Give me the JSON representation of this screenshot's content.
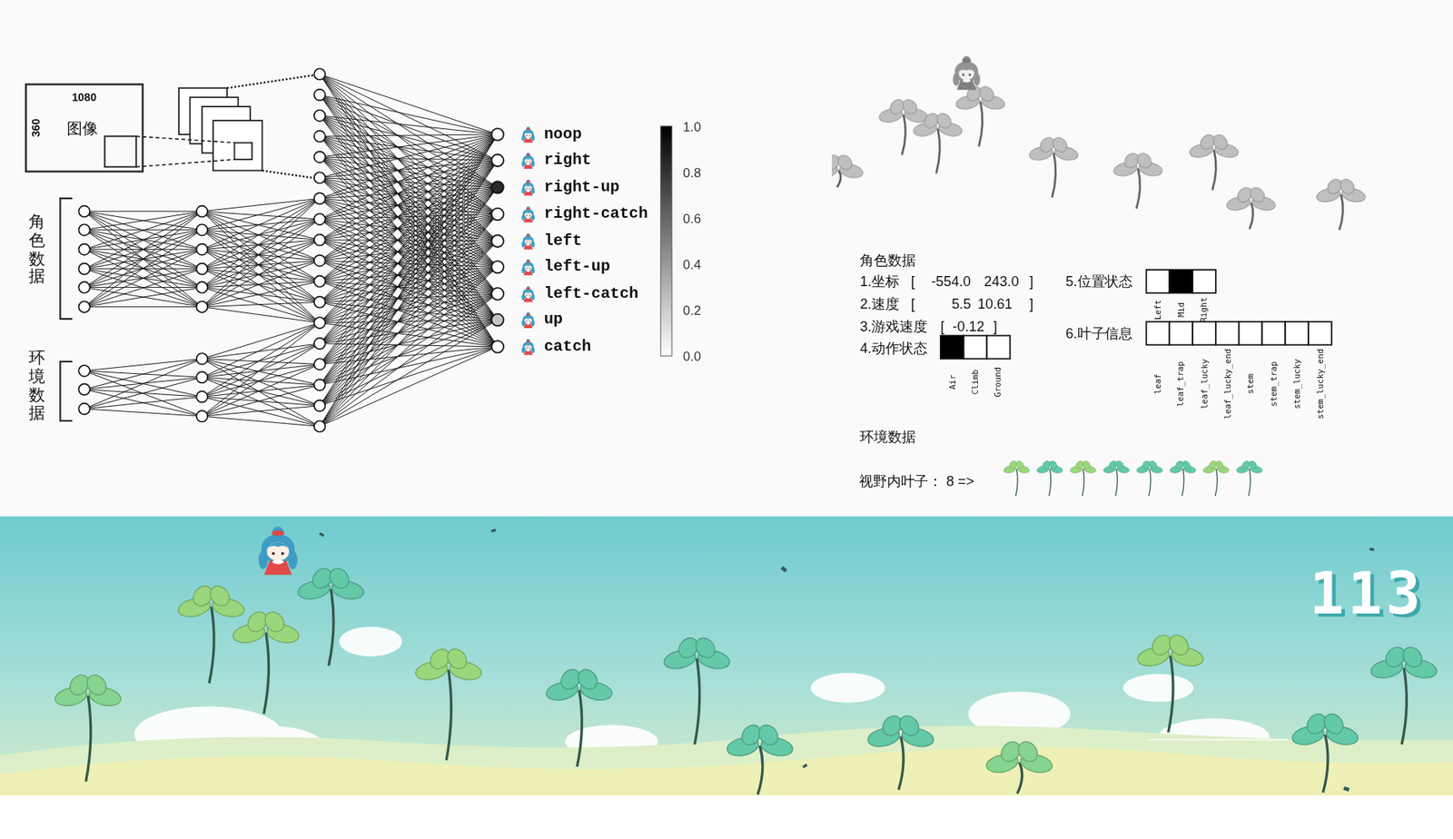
{
  "diagram": {
    "nodes": [
      {
        "text": [
          "1080",
          "360",
          "图像"
        ]
      }
    ],
    "labels": [
      "角色数据",
      "环境数据",
      "noop",
      "right",
      "right-up",
      "right-catch",
      "left",
      "left-up",
      "left-catch",
      "up",
      "catch",
      "1.0",
      "0.8",
      "0.6",
      "0.4",
      "0.2",
      "0.0",
      "角色数据",
      "1.坐标",
      "[",
      "-554.0",
      "243.0",
      "]",
      "2.速度",
      "[",
      "5.5",
      "10.61",
      "]",
      "3.游戏速度",
      "[",
      "-0.12",
      "]",
      "4.动作状态",
      "Air",
      "Climb",
      "Ground",
      "5.位置状态",
      "Left",
      "Mid",
      "Right",
      "6.叶子信息",
      "leaf",
      "leaf_trap",
      "leaf_lucky",
      "leaf_lucky_end",
      "stem",
      "stem_trap",
      "stem_lucky",
      "stem_lucky_end",
      "环境数据",
      "视野内叶子： 8 =>",
      "113"
    ]
  }
}
